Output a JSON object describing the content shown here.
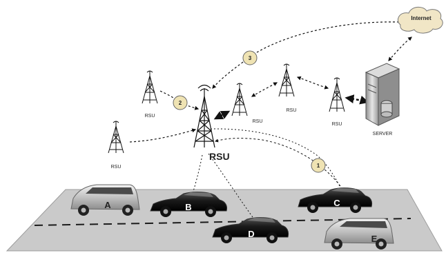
{
  "labels": {
    "internet": "Internet",
    "server": "SERVER",
    "main_rsu": "RSU",
    "rsu_left": "RSU",
    "rsu_upper_left": "RSU",
    "rsu_mid": "RSU",
    "rsu_center": "RSU",
    "rsu_right": "RSU"
  },
  "steps": [
    "1",
    "2",
    "3"
  ],
  "cars": {
    "a": "A",
    "b": "B",
    "c": "C",
    "d": "D",
    "e": "E"
  },
  "colors": {
    "road": "#c9c9c9",
    "cloud": "#f1e6c6",
    "step_circle": "#efe3b3",
    "server": "#b9b9b9"
  }
}
